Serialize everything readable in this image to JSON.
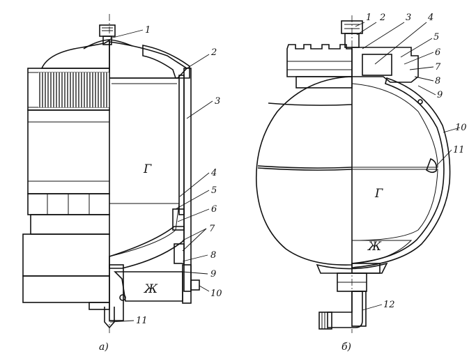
{
  "figure_a": {
    "caption": "а)",
    "gas_zone": "Г",
    "liquid_zone": "Ж",
    "callouts": [
      "1",
      "2",
      "3",
      "4",
      "5",
      "6",
      "7",
      "8",
      "9",
      "10",
      "11"
    ]
  },
  "figure_b": {
    "caption": "б)",
    "gas_zone": "Г",
    "liquid_zone": "Ж",
    "callouts": [
      "1",
      "2",
      "3",
      "4",
      "5",
      "6",
      "7",
      "8",
      "9",
      "10",
      "11",
      "12"
    ]
  }
}
